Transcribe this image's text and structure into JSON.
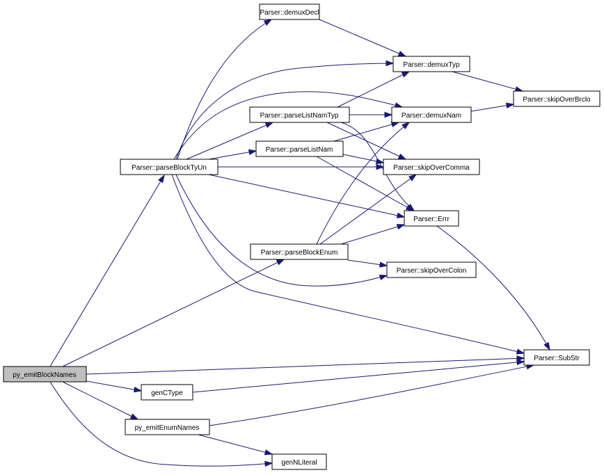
{
  "diagram": {
    "edge_color": "#191970",
    "root_fill": "#bfbfbf",
    "node_fill": "#ffffff",
    "nodes": {
      "demuxDecl": "Parser::demuxDecl",
      "demuxTyp": "Parser::demuxTyp",
      "skipOverBrclo": "Parser::skipOverBrclo",
      "parseListNamTyp": "Parser::parseListNamTyp",
      "demuxNam": "Parser::demuxNam",
      "parseBlockTyUn": "Parser::parseBlockTyUn",
      "parseListNam": "Parser::parseListNam",
      "skipOverComma": "Parser::skipOverComma",
      "Errr": "Parser::Errr",
      "parseBlockEnum": "Parser::parseBlockEnum",
      "skipOverColon": "Parser::skipOverColon",
      "SubStr": "Parser::SubStr",
      "py_emitBlockNames": "py_emitBlockNames",
      "genCType": "genCType",
      "py_emitEnumNames": "py_emitEnumNames",
      "genNLiteral": "genNLiteral"
    },
    "root_node": "py_emitBlockNames",
    "edges": [
      [
        "py_emitBlockNames",
        "parseBlockTyUn"
      ],
      [
        "py_emitBlockNames",
        "parseBlockEnum"
      ],
      [
        "py_emitBlockNames",
        "SubStr"
      ],
      [
        "py_emitBlockNames",
        "genCType"
      ],
      [
        "py_emitBlockNames",
        "py_emitEnumNames"
      ],
      [
        "py_emitBlockNames",
        "genNLiteral"
      ],
      [
        "parseBlockTyUn",
        "demuxDecl"
      ],
      [
        "parseBlockTyUn",
        "demuxTyp"
      ],
      [
        "parseBlockTyUn",
        "demuxNam"
      ],
      [
        "parseBlockTyUn",
        "parseListNamTyp"
      ],
      [
        "parseBlockTyUn",
        "parseListNam"
      ],
      [
        "parseBlockTyUn",
        "skipOverComma"
      ],
      [
        "parseBlockTyUn",
        "Errr"
      ],
      [
        "parseBlockTyUn",
        "skipOverColon"
      ],
      [
        "parseBlockTyUn",
        "SubStr"
      ],
      [
        "demuxDecl",
        "demuxTyp"
      ],
      [
        "demuxTyp",
        "skipOverBrclo"
      ],
      [
        "demuxNam",
        "skipOverBrclo"
      ],
      [
        "parseListNamTyp",
        "demuxTyp"
      ],
      [
        "parseListNamTyp",
        "demuxNam"
      ],
      [
        "parseListNamTyp",
        "skipOverComma"
      ],
      [
        "parseListNamTyp",
        "Errr"
      ],
      [
        "parseListNam",
        "demuxNam"
      ],
      [
        "parseListNam",
        "skipOverComma"
      ],
      [
        "parseListNam",
        "Errr"
      ],
      [
        "parseBlockEnum",
        "demuxNam"
      ],
      [
        "parseBlockEnum",
        "skipOverComma"
      ],
      [
        "parseBlockEnum",
        "Errr"
      ],
      [
        "parseBlockEnum",
        "skipOverColon"
      ],
      [
        "Errr",
        "SubStr"
      ],
      [
        "genCType",
        "SubStr"
      ],
      [
        "py_emitEnumNames",
        "SubStr"
      ],
      [
        "py_emitEnumNames",
        "genNLiteral"
      ]
    ]
  }
}
